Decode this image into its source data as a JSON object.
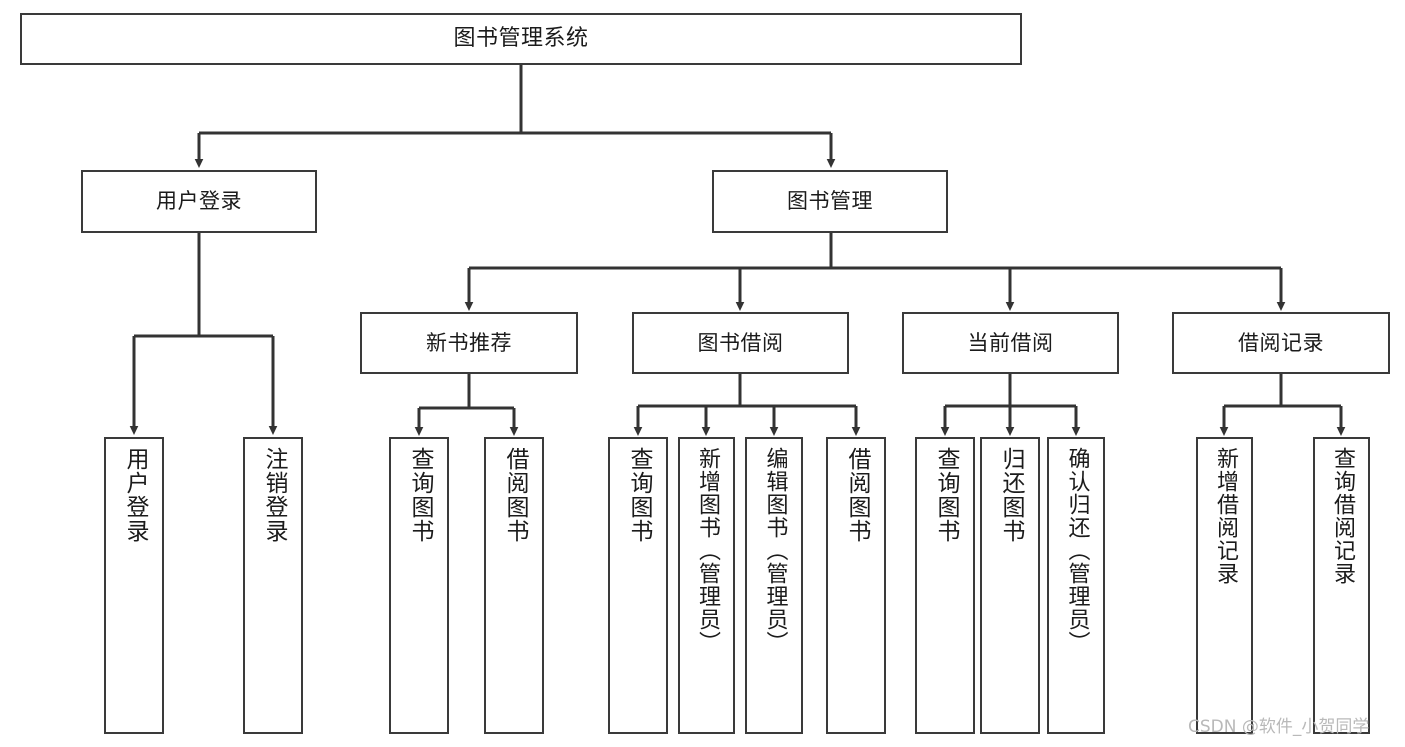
{
  "diagram": {
    "title": "图书管理系统",
    "type": "tree-hierarchy-chart",
    "watermark": "CSDN @软件_小贺同学",
    "colors": {
      "box_border": "#3a3a3a",
      "box_fill": "#ffffff",
      "connector": "#333333",
      "text": "#1b1b1b",
      "watermark": "#b9b9b9",
      "background": "#ffffff"
    }
  },
  "nodes": {
    "root": {
      "label": "图书管理系统"
    },
    "level2": [
      {
        "label": "用户登录"
      },
      {
        "label": "图书管理"
      }
    ],
    "level3": [
      {
        "label": "新书推荐"
      },
      {
        "label": "图书借阅"
      },
      {
        "label": "当前借阅"
      },
      {
        "label": "借阅记录"
      }
    ],
    "leaves": {
      "user_login": [
        {
          "label": "用户登录"
        },
        {
          "label": "注销登录"
        }
      ],
      "new_book_recommend": [
        {
          "label": "查询图书"
        },
        {
          "label": "借阅图书"
        }
      ],
      "book_borrow": [
        {
          "label": "查询图书"
        },
        {
          "label": "新增图书（管理员）"
        },
        {
          "label": "编辑图书（管理员）"
        },
        {
          "label": "借阅图书"
        }
      ],
      "current_borrow": [
        {
          "label": "查询图书"
        },
        {
          "label": "归还图书"
        },
        {
          "label": "确认归还（管理员）"
        }
      ],
      "borrow_record": [
        {
          "label": "新增借阅记录"
        },
        {
          "label": "查询借阅记录"
        }
      ]
    }
  }
}
